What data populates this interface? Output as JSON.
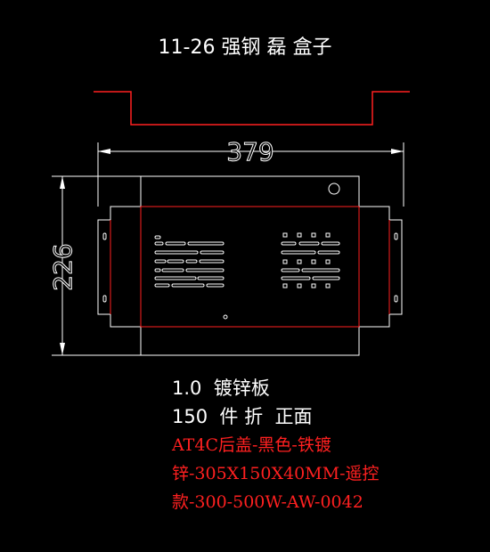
{
  "drawing": {
    "title": "11-26 强钢 磊 盒子",
    "dim_width": "379",
    "dim_height": "226",
    "notes": {
      "thickness": "1.0  镀锌板",
      "quantity": "150  件 折  正面",
      "part_line1": "AT4C后盖-黑色-铁镀",
      "part_line2": "锌-305X150X40MM-遥控",
      "part_line3": "款-300-500W-AW-0042"
    },
    "colors": {
      "background": "#000000",
      "outline": "#ffffff",
      "bend": "#ff2020"
    }
  }
}
